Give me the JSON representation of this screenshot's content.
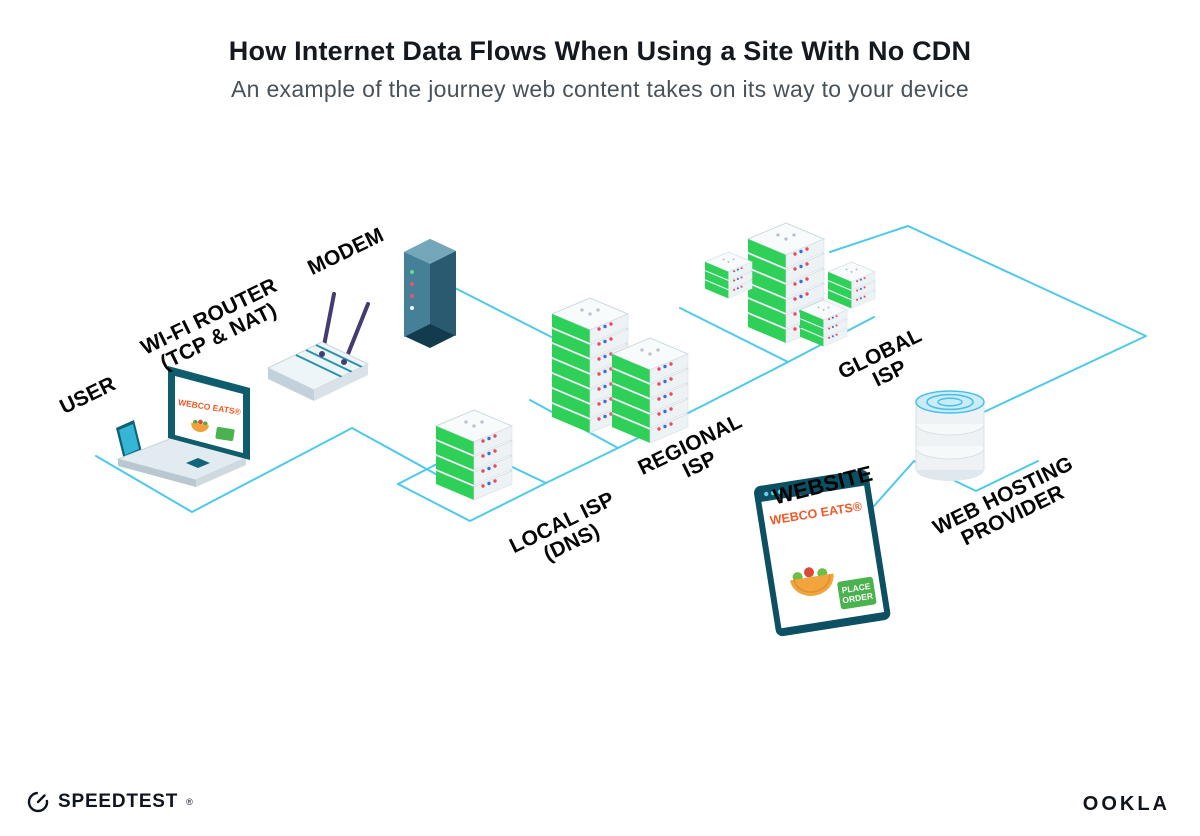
{
  "header": {
    "title": "How Internet Data Flows When Using a Site With No CDN",
    "subtitle": "An example of the journey web content takes on its way to your device"
  },
  "nodes": {
    "user": {
      "label": "USER"
    },
    "wifi_router": {
      "label": "WI-FI ROUTER",
      "sublabel": "(TCP & NAT)"
    },
    "modem": {
      "label": "MODEM"
    },
    "local_isp": {
      "label": "LOCAL ISP",
      "sublabel": "(DNS)"
    },
    "regional_isp": {
      "label": "REGIONAL",
      "sublabel": "ISP"
    },
    "global_isp": {
      "label": "GLOBAL",
      "sublabel": "ISP"
    },
    "website": {
      "label": "WEBSITE",
      "brand": "WEBCO EATS®",
      "button_line1": "PLACE",
      "button_line2": "ORDER"
    },
    "web_hosting": {
      "label": "WEB HOSTING",
      "sublabel": "PROVIDER"
    }
  },
  "laptop_screen": {
    "brand": "WEBCO EATS®"
  },
  "footer": {
    "speedtest": "SPEEDTEST",
    "speedtest_mark": "®",
    "ookla": "OOKLA"
  },
  "colors": {
    "connection_line": "#4DC9EA",
    "server_green": "#2FD058",
    "brand_orange": "#F05A28",
    "button_green": "#4AB24E",
    "dark_teal": "#0F5C6D",
    "ink": "#10151C",
    "subtitle_gray": "#47525A"
  }
}
